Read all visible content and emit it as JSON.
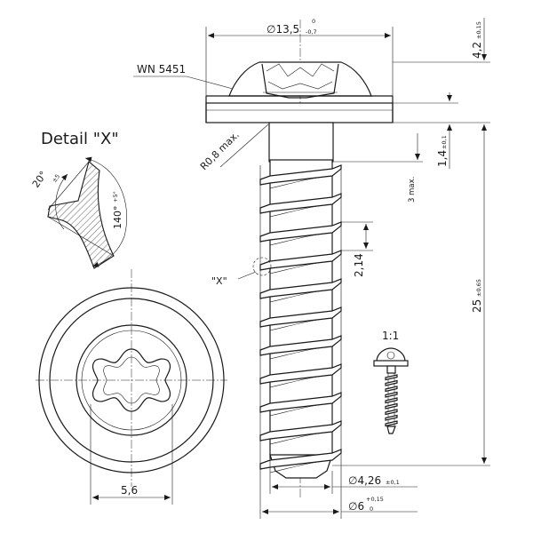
{
  "detail_title": "Detail \"X\"",
  "detail_marker": "\"X\"",
  "part_label": "WN 5451",
  "scale_label": "1:1",
  "radius_note": "R0,8 max.",
  "thread_note": "3 max.",
  "dims": {
    "head_dia": {
      "value": "∅13,5",
      "tol_upper": "0",
      "tol_lower": "-0,7"
    },
    "head_height": {
      "value": "4,2",
      "tol": "±0,15"
    },
    "washer_thk": {
      "value": "1,4",
      "tol": "±0,1"
    },
    "pitch": {
      "value": "2,14"
    },
    "length": {
      "value": "25",
      "tol": "±0,65"
    },
    "core_dia": {
      "value": "∅4,26",
      "tol": "±0,1"
    },
    "outer_dia": {
      "value": "∅6",
      "tol_upper": "+0,15",
      "tol_lower": "0"
    },
    "drive_size": {
      "value": "5,6"
    },
    "thread_angle": {
      "value": "140°",
      "tol": "+5°"
    },
    "flank_angle": {
      "value": "20°",
      "tol": "±5"
    }
  },
  "icons": {
    "drawing": "technical-drawing-icon",
    "torx": "torx-drive-icon"
  }
}
